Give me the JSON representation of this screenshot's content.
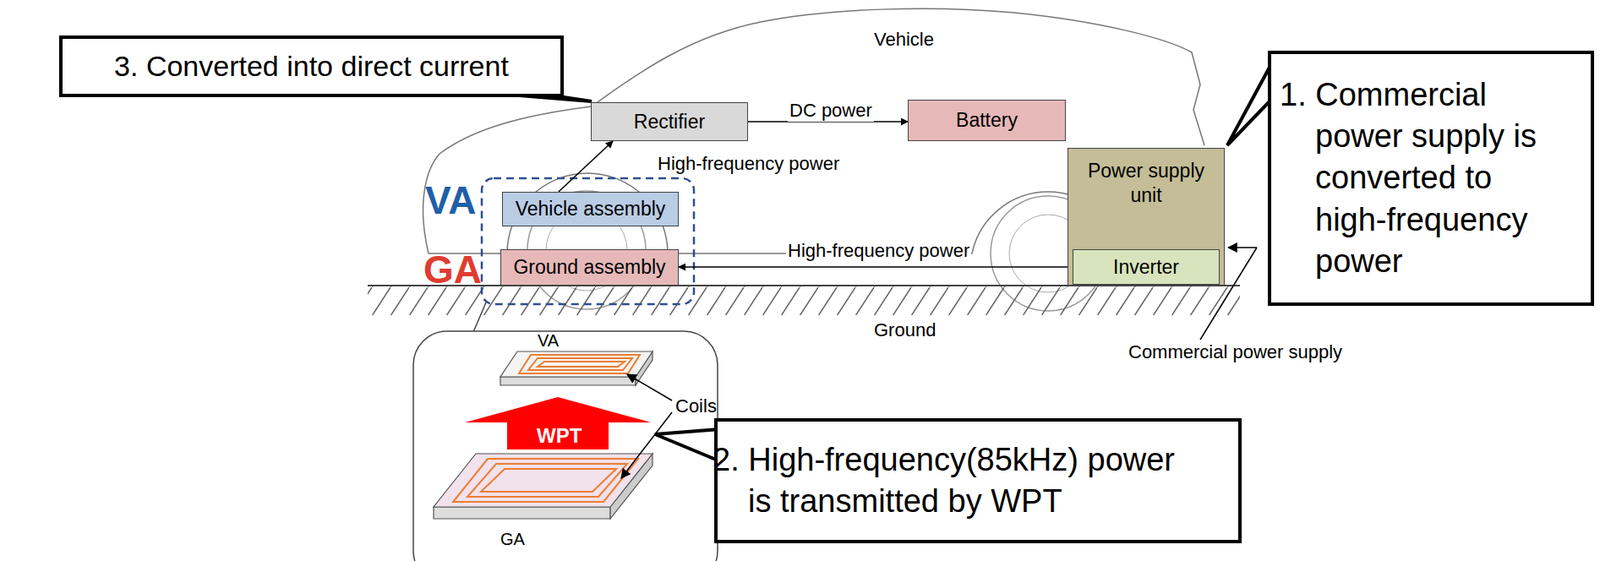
{
  "diagram": {
    "nodes": [
      {
        "text": [
          "3. Converted into direct current"
        ]
      },
      {
        "text": [
          "Rectifier"
        ]
      },
      {
        "text": [
          "Battery"
        ]
      },
      {
        "text": [
          "Power supply unit"
        ]
      },
      {
        "text": [
          "Inverter"
        ],
        "in": 3
      },
      {
        "text": [
          "Vehicle assembly"
        ]
      },
      {
        "text": [
          "Ground assembly"
        ]
      },
      {
        "text": [
          "1. Commercial power supply is converted to high-frequency power"
        ]
      },
      {
        "text": [
          "2. High-frequency(85kHz) power is transmitted by WPT"
        ]
      }
    ],
    "edges": [
      {
        "from": 1,
        "to": 2,
        "label": "DC power",
        "arrow": "to"
      },
      {
        "from": 5,
        "to": 1,
        "label": "High-frequency power",
        "arrow": "to"
      },
      {
        "from": 4,
        "to": 6,
        "label": "High-frequency power",
        "arrow": "to"
      }
    ],
    "labels": [
      "Vehicle",
      "VA",
      "GA",
      "Ground",
      "Commercial power supply",
      "VA",
      "Coils",
      "WPT",
      "GA"
    ]
  }
}
